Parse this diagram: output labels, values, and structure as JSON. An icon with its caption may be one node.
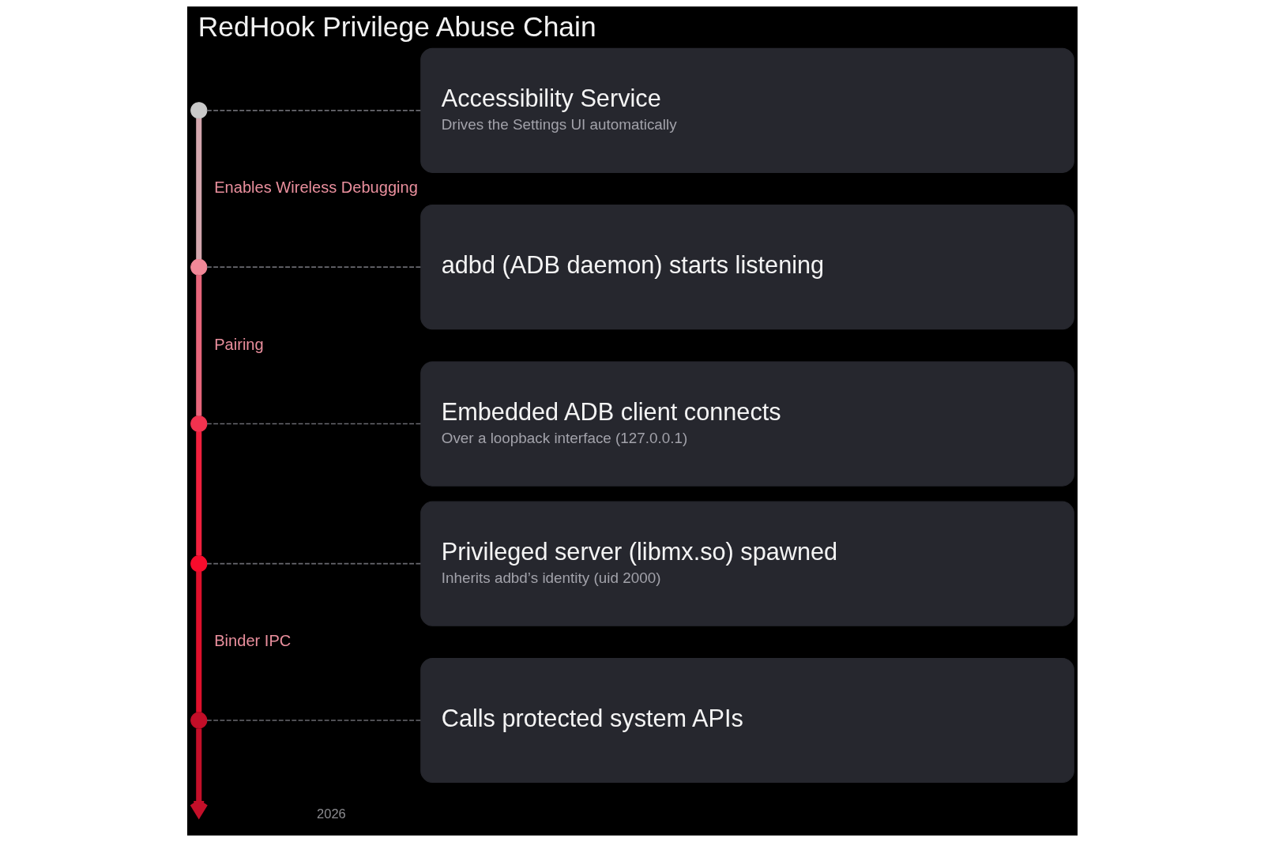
{
  "diagram": {
    "title": "RedHook Privilege Abuse Chain",
    "nodes": [
      {
        "text": [],
        "shape": "circle"
      },
      {
        "text": [
          "Accessibility Service",
          "Drives the Settings UI automatically"
        ]
      },
      {
        "text": [],
        "shape": "circle"
      },
      {
        "text": [
          "adbd (ADB daemon) starts listening"
        ]
      },
      {
        "text": [],
        "shape": "circle"
      },
      {
        "text": [
          "Embedded ADB client connects",
          "Over a loopback interface (127.0.0.1)"
        ]
      },
      {
        "text": [],
        "shape": "circle"
      },
      {
        "text": [
          "Privileged server (libmx.so) spawned",
          "Inherits adbd’s identity (uid 2000)"
        ]
      },
      {
        "text": [],
        "shape": "circle"
      },
      {
        "text": [
          "Calls protected system APIs"
        ]
      }
    ],
    "edges": [
      {
        "from": 0,
        "to": 1,
        "arrow": "none",
        "style": "dashed"
      },
      {
        "from": 0,
        "to": 2,
        "arrow": "none",
        "label": "Enables Wireless Debugging",
        "style": "thick",
        "color": "#d4a7ae"
      },
      {
        "from": 2,
        "to": 3,
        "arrow": "none",
        "style": "dashed"
      },
      {
        "from": 2,
        "to": 4,
        "arrow": "none",
        "label": "Pairing",
        "style": "thick",
        "color": "#e8667c"
      },
      {
        "from": 4,
        "to": 5,
        "arrow": "none",
        "style": "dashed"
      },
      {
        "from": 4,
        "to": 6,
        "arrow": "none",
        "style": "thick",
        "color": "#f2203e"
      },
      {
        "from": 6,
        "to": 7,
        "arrow": "none",
        "style": "dashed"
      },
      {
        "from": 6,
        "to": 8,
        "arrow": "none",
        "label": "Binder IPC",
        "style": "thick",
        "color": "#e0102c"
      },
      {
        "from": 8,
        "to": 9,
        "arrow": "none",
        "style": "dashed"
      },
      {
        "from": 8,
        "to": null,
        "arrow": "to",
        "style": "thick",
        "color": "#c40f29"
      }
    ],
    "labels": [
      "2026"
    ]
  }
}
